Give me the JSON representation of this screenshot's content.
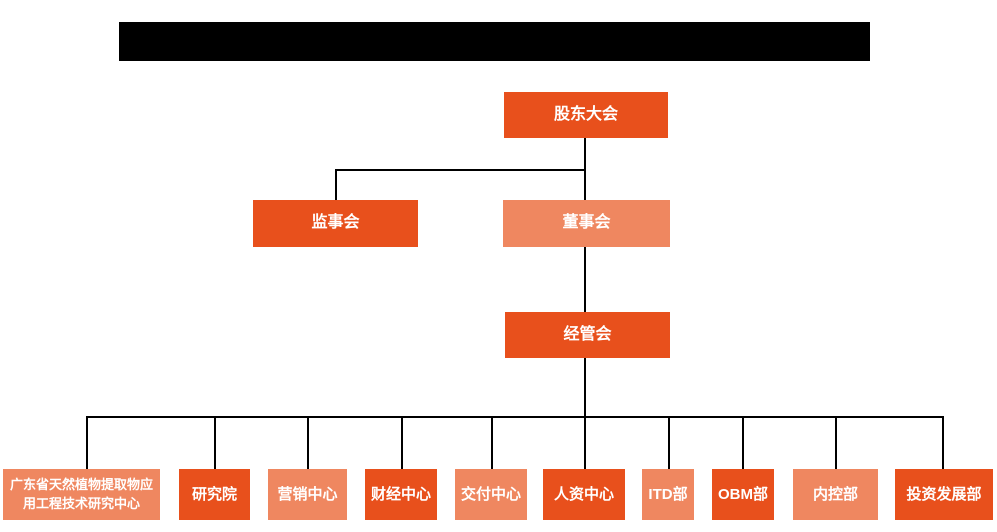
{
  "colors": {
    "primary": "#E8501C",
    "light": "#EF8760",
    "line": "#000000",
    "node_text": "#FFFFFF",
    "redacted_bar": "#000000"
  },
  "header": {
    "redacted_title_bar": true
  },
  "org_chart": {
    "root": {
      "label": "股东大会",
      "variant": "primary"
    },
    "level2": [
      {
        "label": "监事会",
        "variant": "primary"
      },
      {
        "label": "董事会",
        "variant": "light"
      }
    ],
    "level3": {
      "label": "经管会",
      "variant": "primary"
    },
    "departments": [
      {
        "label": "广东省天然植物提取物应用工程技术研究中心",
        "variant": "light"
      },
      {
        "label": "研究院",
        "variant": "primary"
      },
      {
        "label": "营销中心",
        "variant": "light"
      },
      {
        "label": "财经中心",
        "variant": "primary"
      },
      {
        "label": "交付中心",
        "variant": "light"
      },
      {
        "label": "人资中心",
        "variant": "primary"
      },
      {
        "label": "ITD部",
        "variant": "light"
      },
      {
        "label": "OBM部",
        "variant": "primary"
      },
      {
        "label": "内控部",
        "variant": "light"
      },
      {
        "label": "投资发展部",
        "variant": "primary"
      }
    ]
  }
}
